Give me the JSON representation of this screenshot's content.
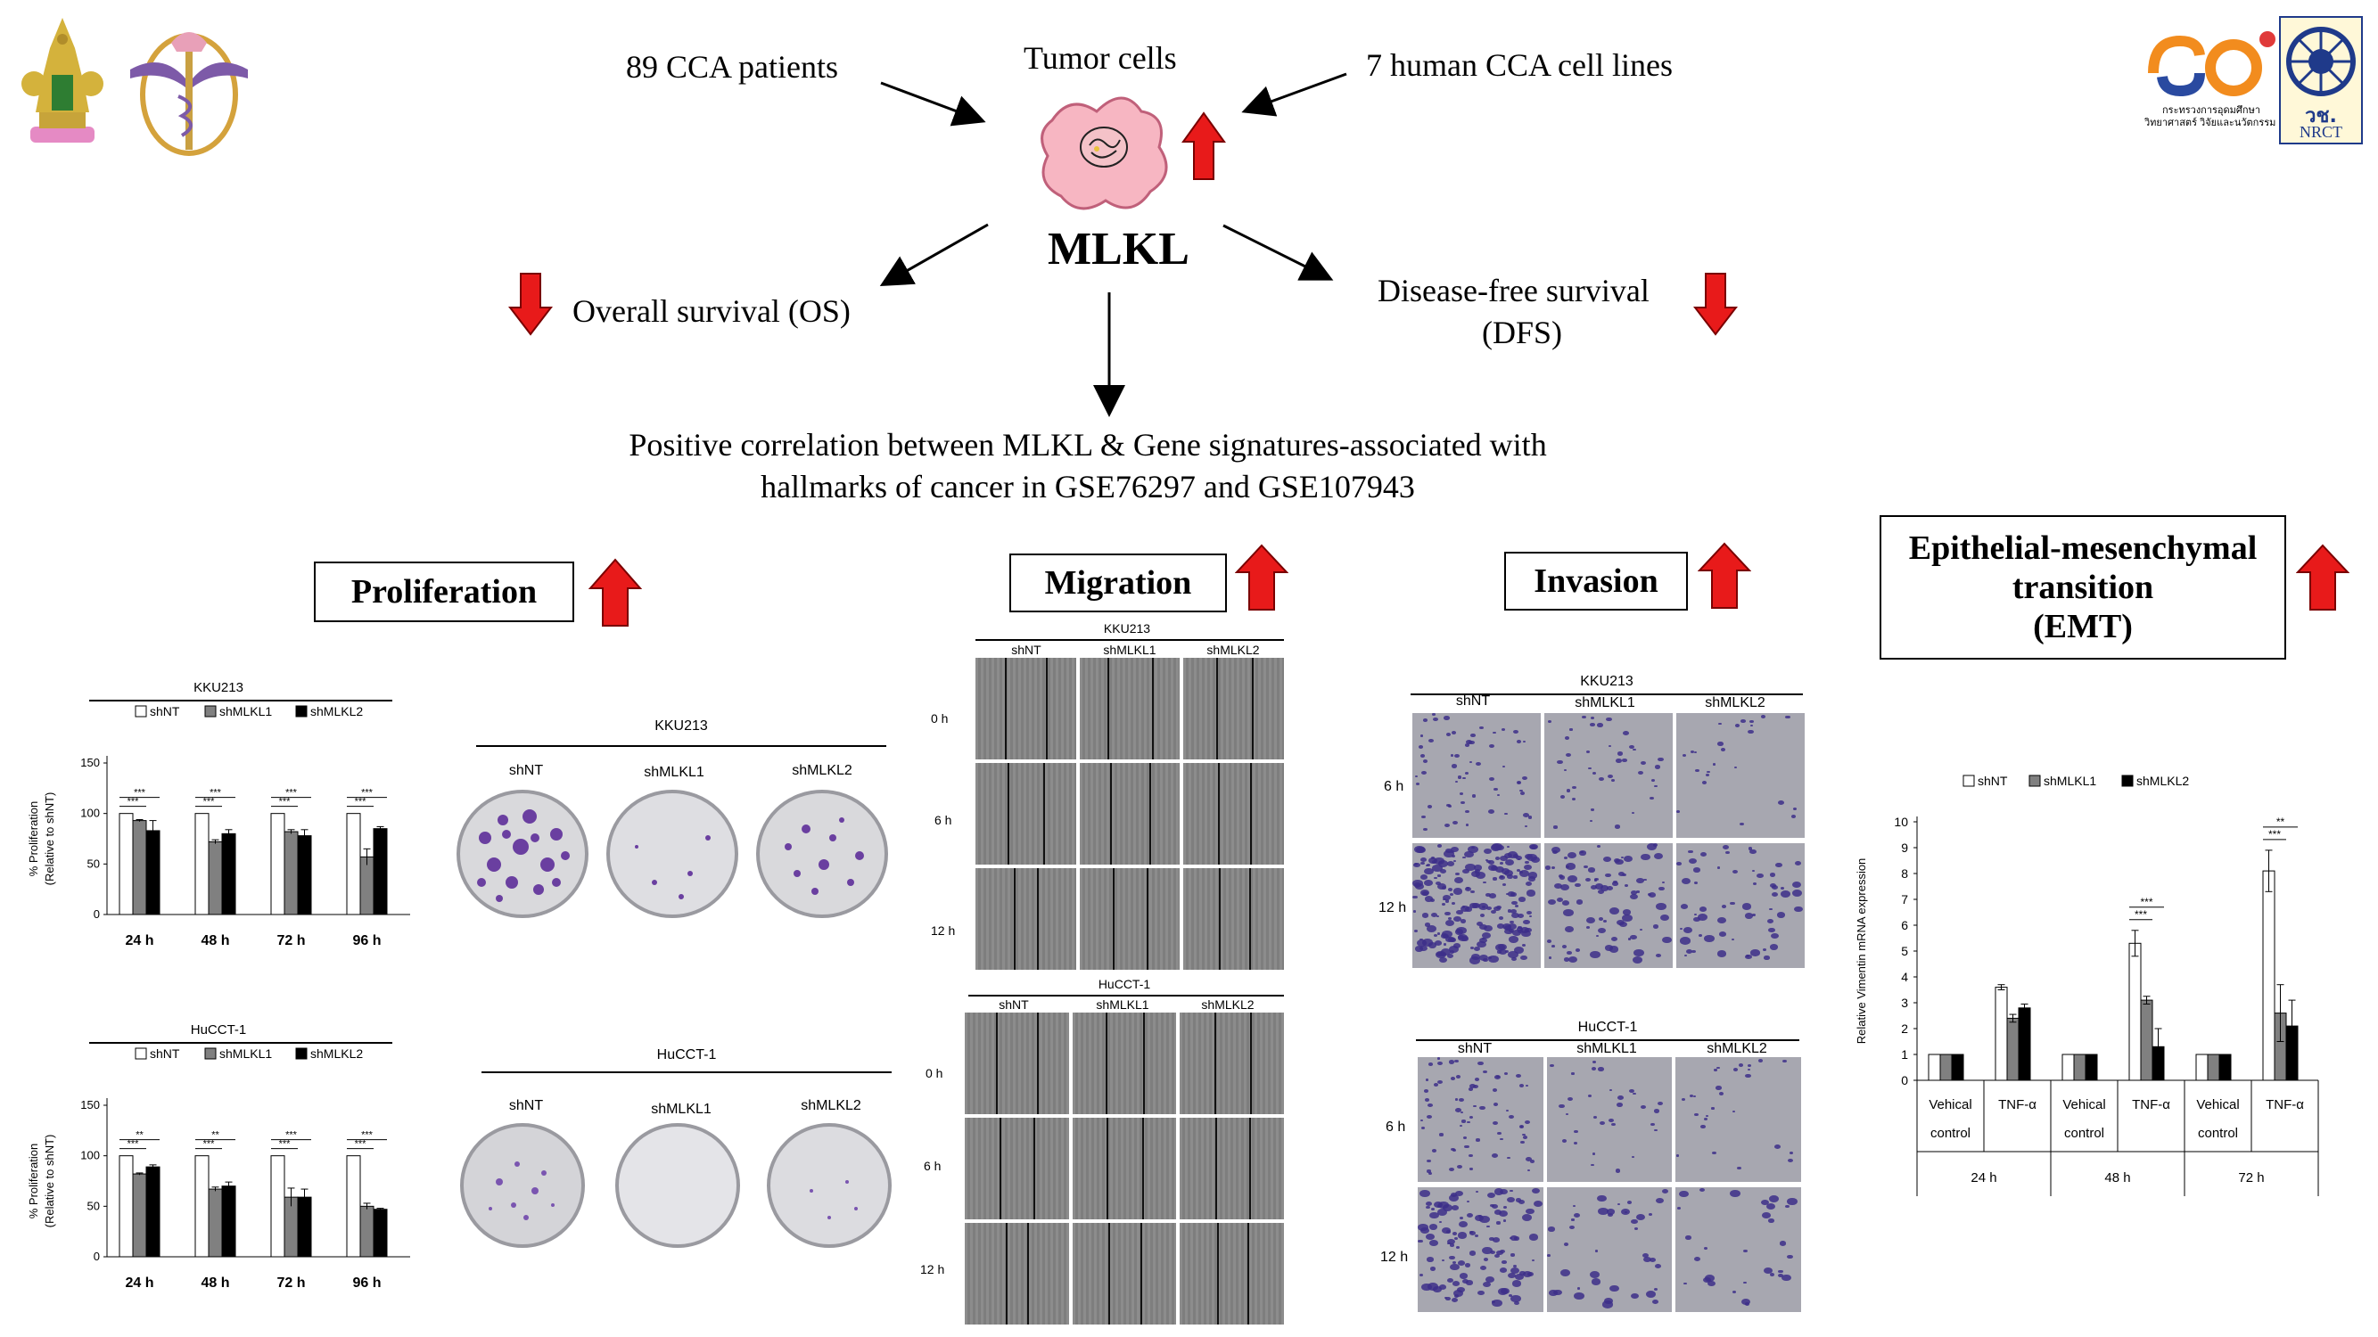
{
  "top": {
    "tumor_cells": "Tumor cells",
    "patients": "89 CCA patients",
    "cell_lines": "7 human CCA cell lines",
    "center": "MLKL",
    "os": "Overall survival (OS)",
    "dfs_line1": "Disease-free survival",
    "dfs_line2": "(DFS)",
    "correlation_line1": "Positive correlation between MLKL & Gene signatures-associated with",
    "correlation_line2": "hallmarks of cancer in GSE76297 and GSE107943"
  },
  "logos": {
    "nrct_text": "วช.",
    "nrct_abbr": "NRCT",
    "ministry_line1": "กระทรวงการอุดมศึกษา",
    "ministry_line2": "วิทยาศาสตร์ วิจัยและนวัตกรรม"
  },
  "sections": {
    "proliferation": "Proliferation",
    "migration": "Migration",
    "invasion": "Invasion",
    "emt_line1": "Epithelial-mesenchymal",
    "emt_line2": "transition",
    "emt_line3": "(EMT)"
  },
  "colors": {
    "up_arrow": "#e81a1a",
    "down_arrow": "#e81a1a",
    "bar_shNT": "#ffffff",
    "bar_shMLKL1": "#808080",
    "bar_shMLKL2": "#000000",
    "crystal_violet": "#6a3fa0"
  },
  "legend": [
    "shNT",
    "shMLKL1",
    "shMLKL2"
  ],
  "cell_lines": {
    "kku": "KKU213",
    "hucct": "HuCCT-1"
  },
  "timepoints_mig": [
    "0 h",
    "6 h",
    "12 h"
  ],
  "timepoints_inv": [
    "6 h",
    "12 h"
  ],
  "prolif_ylabel1": "% Proliferation",
  "prolif_ylabel2": "(Relative to shNT)",
  "emt_ylabel": "Relative Vimentin mRNA expression",
  "emt_labels": {
    "vehicle1": "Vehical",
    "vehicle2": "control",
    "tnf": "TNF-α"
  },
  "chart_data": [
    {
      "type": "bar",
      "title": "KKU213",
      "ylabel": "% Proliferation (Relative to shNT)",
      "categories": [
        "24 h",
        "48 h",
        "72 h",
        "96 h"
      ],
      "ylim": [
        0,
        150
      ],
      "yticks": [
        0,
        50,
        100,
        150
      ],
      "series": [
        {
          "name": "shNT",
          "values": [
            100,
            100,
            100,
            100
          ],
          "errors": [
            0,
            0,
            0,
            0
          ]
        },
        {
          "name": "shMLKL1",
          "values": [
            93,
            72,
            82,
            57
          ],
          "errors": [
            1,
            2,
            2,
            8
          ]
        },
        {
          "name": "shMLKL2",
          "values": [
            83,
            80,
            78,
            85
          ],
          "errors": [
            10,
            4,
            6,
            2
          ]
        }
      ],
      "significance": [
        [
          "***",
          "***"
        ],
        [
          "***",
          "***"
        ],
        [
          "***",
          "***"
        ],
        [
          "***",
          "***"
        ]
      ]
    },
    {
      "type": "bar",
      "title": "HuCCT-1",
      "ylabel": "% Proliferation (Relative to shNT)",
      "categories": [
        "24 h",
        "48 h",
        "72 h",
        "96 h"
      ],
      "ylim": [
        0,
        150
      ],
      "yticks": [
        0,
        50,
        100,
        150
      ],
      "series": [
        {
          "name": "shNT",
          "values": [
            100,
            100,
            100,
            100
          ],
          "errors": [
            0,
            0,
            0,
            0
          ]
        },
        {
          "name": "shMLKL1",
          "values": [
            82,
            67,
            59,
            50
          ],
          "errors": [
            1,
            2,
            9,
            3
          ]
        },
        {
          "name": "shMLKL2",
          "values": [
            89,
            70,
            59,
            47
          ],
          "errors": [
            2,
            4,
            8,
            1
          ]
        }
      ],
      "significance": [
        [
          "**",
          "***"
        ],
        [
          "**",
          "***"
        ],
        [
          "***",
          "***"
        ],
        [
          "***",
          "***"
        ]
      ]
    },
    {
      "type": "bar",
      "title": "",
      "ylabel": "Relative Vimentin mRNA expression",
      "categories": [
        "Vehical control 24 h",
        "TNF-α 24 h",
        "Vehical control 48 h",
        "TNF-α 48 h",
        "Vehical control 72 h",
        "TNF-α 72 h"
      ],
      "groups": [
        "24 h",
        "48 h",
        "72 h"
      ],
      "ylim": [
        0,
        10
      ],
      "yticks": [
        0,
        1,
        2,
        3,
        4,
        5,
        6,
        7,
        8,
        9,
        10
      ],
      "series": [
        {
          "name": "shNT",
          "values": [
            1,
            3.6,
            1,
            5.3,
            1,
            8.1
          ],
          "errors": [
            0,
            0.1,
            0,
            0.5,
            0,
            0.8
          ]
        },
        {
          "name": "shMLKL1",
          "values": [
            1,
            2.4,
            1,
            3.1,
            1,
            2.6
          ],
          "errors": [
            0,
            0.15,
            0,
            0.15,
            0,
            1.1
          ]
        },
        {
          "name": "shMLKL2",
          "values": [
            1,
            2.8,
            1,
            1.3,
            1,
            2.1
          ],
          "errors": [
            0,
            0.15,
            0,
            0.7,
            0,
            1.0
          ]
        }
      ],
      "significance": [
        [
          "***",
          "***"
        ],
        [
          "**",
          "***"
        ]
      ]
    }
  ]
}
